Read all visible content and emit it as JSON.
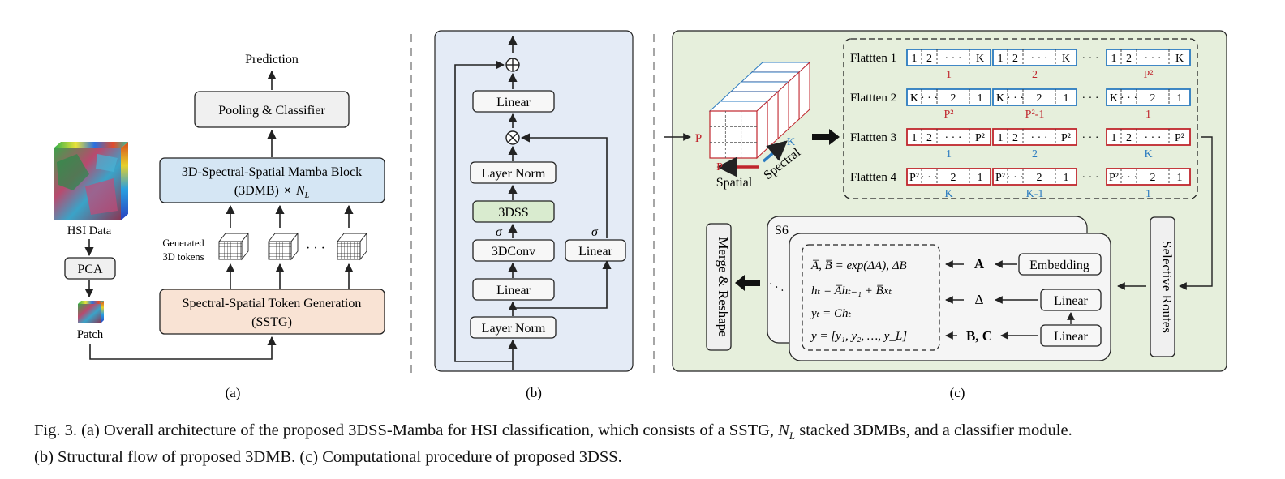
{
  "panel_a": {
    "prediction": "Prediction",
    "pooling": "Pooling & Classifier",
    "block_line1": "3D-Spectral-Spatial Mamba Block",
    "block_line2": "(3DMB)",
    "times": "×",
    "nl": "N",
    "nl_sub": "L",
    "generated_line1": "Generated",
    "generated_line2": "3D tokens",
    "dots": "· · ·",
    "sstg_line1": "Spectral-Spatial Token Generation",
    "sstg_line2": "(SSTG)",
    "hsi_data": "HSI Data",
    "pca": "PCA",
    "patch": "Patch",
    "label": "(a)"
  },
  "panel_b": {
    "add_symbol": "⊕",
    "mul_symbol": "⊗",
    "linear_top": "Linear",
    "layer_norm_top": "Layer Norm",
    "dss": "3DSS",
    "sigma": "σ",
    "conv": "3DConv",
    "linear_side": "Linear",
    "linear_bottom": "Linear",
    "layer_norm_bottom": "Layer Norm",
    "label": "(b)"
  },
  "panel_c": {
    "p_in": "P",
    "p_axis": "P",
    "k_axis": "K",
    "spatial": "Spatial",
    "spectral": "Spectral",
    "flatten_rows": [
      {
        "label": "Flattten 1",
        "groups": [
          [
            "1",
            "2",
            "· · ·",
            "K"
          ],
          [
            "1",
            "2",
            "· · ·",
            "K"
          ],
          [
            "1",
            "2",
            "· · ·",
            "K"
          ]
        ],
        "subs": [
          "1",
          "2",
          "P²"
        ],
        "color": "#2b7bc0",
        "sub_color": "#c0262d"
      },
      {
        "label": "Flattten 2",
        "groups": [
          [
            "K",
            "· · ·",
            "2",
            "1"
          ],
          [
            "K",
            "· · ·",
            "2",
            "1"
          ],
          [
            "K",
            "· · ·",
            "2",
            "1"
          ]
        ],
        "subs": [
          "P²",
          "P²-1",
          "1"
        ],
        "color": "#2b7bc0",
        "sub_color": "#c0262d"
      },
      {
        "label": "Flattten 3",
        "groups": [
          [
            "1",
            "2",
            "· · ·",
            "P²"
          ],
          [
            "1",
            "2",
            "· · ·",
            "P²"
          ],
          [
            "1",
            "2",
            "· · ·",
            "P²"
          ]
        ],
        "subs": [
          "1",
          "2",
          "K"
        ],
        "color": "#c0262d",
        "sub_color": "#2b7bc0"
      },
      {
        "label": "Flattten 4",
        "groups": [
          [
            "P²",
            "· · ·",
            "2",
            "1"
          ],
          [
            "P²",
            "· · ·",
            "2",
            "1"
          ],
          [
            "P²",
            "· · ·",
            "2",
            "1"
          ]
        ],
        "subs": [
          "K",
          "K-1",
          "1"
        ],
        "color": "#c0262d",
        "sub_color": "#2b7bc0"
      }
    ],
    "row_dots": "· · ·",
    "selective_routes": "Selective Routes",
    "s6": "S6",
    "merge_reshape": "Merge & Reshape",
    "eq1": "A̅, B̅ = exp(ΔA), ΔB",
    "eq2": "hₜ = A̅hₜ₋₁ + B̅xₜ",
    "eq3": "yₜ = Chₜ",
    "eq4": "y = [y₁, y₂, …, y_L]",
    "sym_a": "A",
    "sym_delta": "Δ",
    "sym_bc": "B, C",
    "embedding": "Embedding",
    "linear_1": "Linear",
    "linear_2": "Linear",
    "dots_v": "·  ·  ·",
    "label": "(c)"
  },
  "caption": {
    "line1_a": "Fig. 3.   (a) Overall architecture of the proposed 3DSS-Mamba for HSI classification, which consists of a SSTG, ",
    "line1_nl": "N",
    "line1_sub": "L",
    "line1_b": " stacked 3DMBs, and a classifier module.",
    "line2": "(b) Structural flow of proposed 3DMB. (c) Computational procedure of proposed 3DSS."
  },
  "colors": {
    "panel_b_bg": "#e4ebf6",
    "panel_c_bg": "#e6efdc",
    "block_blue": "#d5e6f4",
    "sstg_peach": "#f9e3d4",
    "dss_green": "#d9ebcf",
    "gray_box": "#f0f0f0",
    "red": "#c0262d",
    "blue": "#2b7bc0"
  }
}
